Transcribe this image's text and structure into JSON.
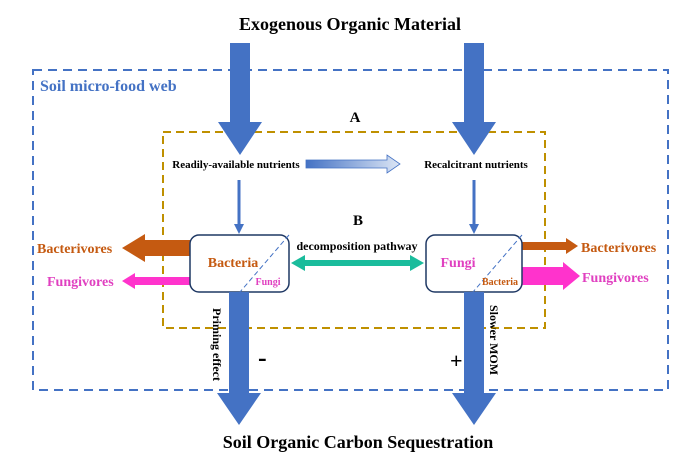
{
  "title_top": "Exogenous Organic Material",
  "title_bottom": "Soil Organic Carbon Sequestration",
  "outer_box_label": "Soil micro-food web",
  "section_a_label": "A",
  "section_b_label": "B",
  "nutrients": {
    "readily": "Readily-available nutrients",
    "recalcitrant": "Recalcitrant nutrients"
  },
  "pathway_label": "decomposition pathway",
  "bacteria_box": {
    "main": "Bacteria",
    "minor": "Fungi"
  },
  "fungi_box": {
    "main": "Fungi",
    "minor": "Bacteria"
  },
  "left_outputs": {
    "bacterivores": "Bacterivores",
    "fungivores": "Fungivores"
  },
  "right_outputs": {
    "bacterivores": "Bacterivores",
    "fungivores": "Fungivores"
  },
  "left_effect": {
    "label": "Priming effect",
    "sign": "-"
  },
  "right_effect": {
    "label": "Slower MOM",
    "sign": "+"
  },
  "colors": {
    "blue_arrow": "#4472c4",
    "outer_dash": "#4472c4",
    "inner_dash": "#bf9000",
    "teal": "#1abc9c",
    "bacterivore_arrow": "#c55a11",
    "fungivore_arrow": "#ff33cc",
    "bacteria_text": "#c55a11",
    "fungi_text": "#e040c0",
    "label_blue": "#4472c4"
  }
}
